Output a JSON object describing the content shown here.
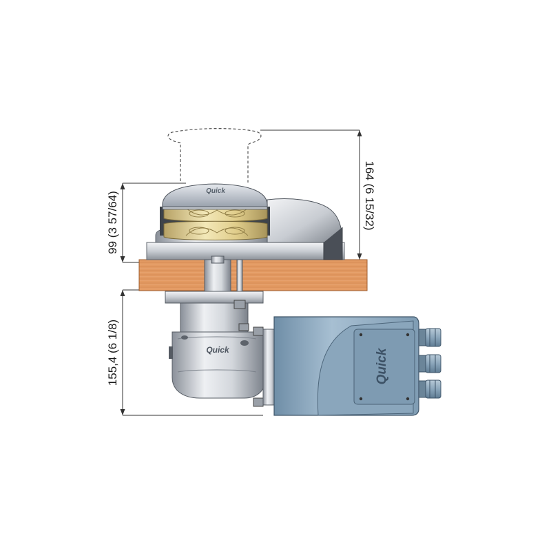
{
  "dimensions": {
    "total_height": "164 (6 15/32)",
    "above_deck": "99 (3 57/64)",
    "below_deck": "155,4 (6 1/8)"
  },
  "brand": {
    "logo_text": "Quick"
  },
  "colors": {
    "deck_wood": "#e39a62",
    "motor_blue": "#7c9cb4",
    "metal_silver": "#cfd3d9",
    "gypsy_gold": "#e6d59a",
    "dimension_line": "#333333"
  }
}
